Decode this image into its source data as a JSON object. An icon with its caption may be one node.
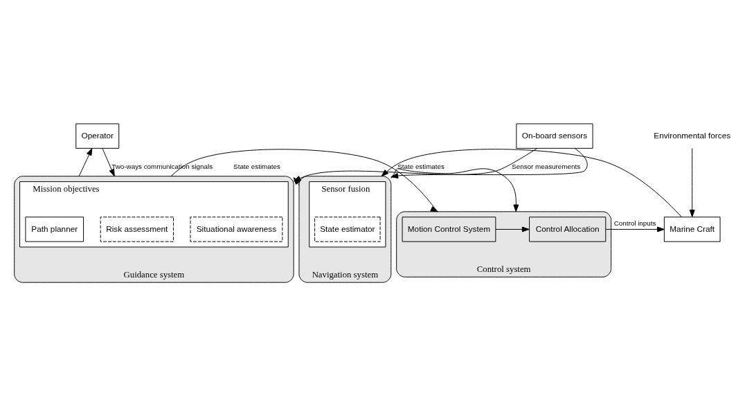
{
  "diagram": {
    "nodes": [
      {
        "text": [
          "Operator"
        ]
      },
      {
        "text": [
          "On-board sensors"
        ]
      },
      {
        "text": [
          "Guidance system"
        ]
      },
      {
        "text": [
          "Mission objectives"
        ],
        "in": 2
      },
      {
        "text": [
          "Path planner"
        ],
        "in": 3
      },
      {
        "text": [
          "Risk assessment"
        ],
        "in": 3
      },
      {
        "text": [
          "Situational awareness"
        ],
        "in": 3
      },
      {
        "text": [
          "Control system"
        ]
      },
      {
        "text": [
          "Motion Control System"
        ],
        "in": 7
      },
      {
        "text": [
          "Control Allocation"
        ],
        "in": 7
      },
      {
        "text": [
          "Marine Craft"
        ]
      },
      {
        "text": [
          "Navigation system"
        ]
      },
      {
        "text": [
          "Sensor fusion"
        ],
        "in": 11
      },
      {
        "text": [
          "State estimator"
        ],
        "in": 12
      },
      {
        "text": [
          "Environmental forces"
        ]
      }
    ],
    "edges": [
      {
        "from": 2,
        "to": 0,
        "arrow": "to"
      },
      {
        "from": 0,
        "to": 2,
        "arrow": "to",
        "label": "Two-ways communication signals"
      },
      {
        "from": 1,
        "to": 2,
        "arrow": "to",
        "label": "Sensor measurements"
      },
      {
        "from": 1,
        "to": 11,
        "arrow": "to"
      },
      {
        "from": 2,
        "to": 7,
        "arrow": "to"
      },
      {
        "from": 8,
        "to": 9,
        "arrow": "to"
      },
      {
        "from": 9,
        "to": 10,
        "arrow": "to",
        "label": "Control inputs"
      },
      {
        "from": 14,
        "to": 10,
        "arrow": "to"
      },
      {
        "from": 10,
        "to": 11,
        "arrow": "to"
      },
      {
        "from": 11,
        "to": 7,
        "arrow": "to",
        "label": "State estimates"
      },
      {
        "from": 11,
        "to": 2,
        "arrow": "to",
        "label": "State estimates"
      }
    ]
  }
}
